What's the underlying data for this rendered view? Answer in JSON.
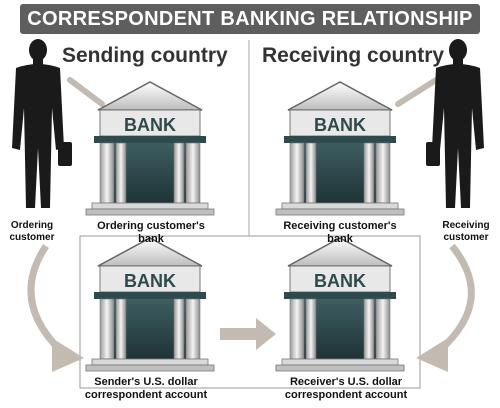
{
  "title": "CORRESPONDENT BANKING RELATIONSHIP",
  "sending_country": "Sending country",
  "receiving_country": "Receiving country",
  "bank_label": "BANK",
  "ordering_customer": "Ordering customer",
  "receiving_customer": "Receiving customer",
  "ordering_bank": "Ordering customer's bank",
  "receiving_bank": "Receiving customer's bank",
  "sender_account_line1": "Sender's U.S. dollar",
  "sender_account_line2": "correspondent account",
  "receiver_account_line1": "Receiver's U.S. dollar",
  "receiver_account_line2": "correspondent account",
  "colors": {
    "title_bg": "#5e5e5e",
    "arrow": "#c3bab1",
    "bank_roof": "#eeeeee",
    "bank_dark": "#2f4a4d",
    "person": "#1a1a1a"
  }
}
